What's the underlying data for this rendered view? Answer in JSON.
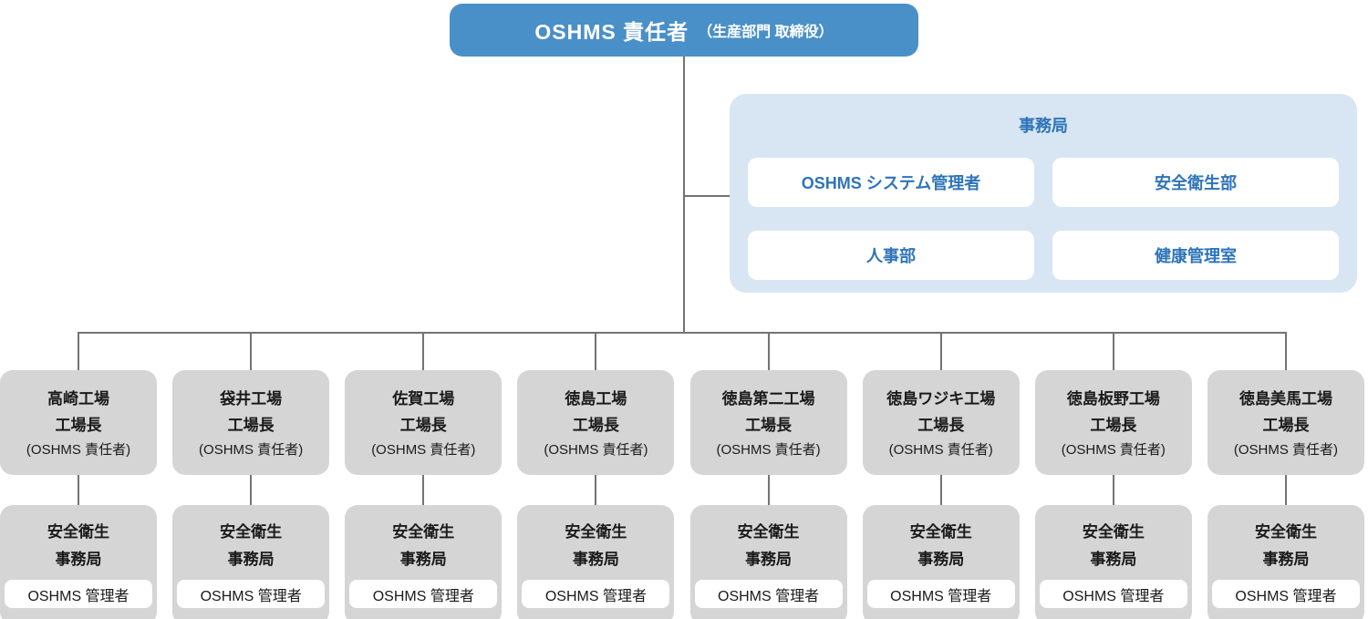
{
  "root": {
    "title": "OSHMS 責任者",
    "subtitle": "（生産部門 取締役）"
  },
  "secretariat": {
    "title": "事務局",
    "members": [
      "OSHMS システム管理者",
      "安全衛生部",
      "人事部",
      "健康管理室"
    ]
  },
  "factories": [
    {
      "name": "高崎工場",
      "head": "工場長",
      "note": "(OSHMS 責任者)",
      "office_line1": "安全衛生",
      "office_line2": "事務局",
      "manager": "OSHMS 管理者"
    },
    {
      "name": "袋井工場",
      "head": "工場長",
      "note": "(OSHMS 責任者)",
      "office_line1": "安全衛生",
      "office_line2": "事務局",
      "manager": "OSHMS 管理者"
    },
    {
      "name": "佐賀工場",
      "head": "工場長",
      "note": "(OSHMS 責任者)",
      "office_line1": "安全衛生",
      "office_line2": "事務局",
      "manager": "OSHMS 管理者"
    },
    {
      "name": "徳島工場",
      "head": "工場長",
      "note": "(OSHMS 責任者)",
      "office_line1": "安全衛生",
      "office_line2": "事務局",
      "manager": "OSHMS 管理者"
    },
    {
      "name": "徳島第二工場",
      "head": "工場長",
      "note": "(OSHMS 責任者)",
      "office_line1": "安全衛生",
      "office_line2": "事務局",
      "manager": "OSHMS 管理者"
    },
    {
      "name": "徳島ワジキ工場",
      "head": "工場長",
      "note": "(OSHMS 責任者)",
      "office_line1": "安全衛生",
      "office_line2": "事務局",
      "manager": "OSHMS 管理者"
    },
    {
      "name": "徳島板野工場",
      "head": "工場長",
      "note": "(OSHMS 責任者)",
      "office_line1": "安全衛生",
      "office_line2": "事務局",
      "manager": "OSHMS 管理者"
    },
    {
      "name": "徳島美馬工場",
      "head": "工場長",
      "note": "(OSHMS 責任者)",
      "office_line1": "安全衛生",
      "office_line2": "事務局",
      "manager": "OSHMS 管理者"
    }
  ],
  "colors": {
    "root_bg": "#4a90c8",
    "root_text": "#ffffff",
    "panel_bg": "#d7e6f2",
    "accent_text": "#2e74ba",
    "node_bg": "#d5d5d5",
    "node_text": "#1a1a1a",
    "member_bg": "#ffffff",
    "connector": "#737373"
  }
}
